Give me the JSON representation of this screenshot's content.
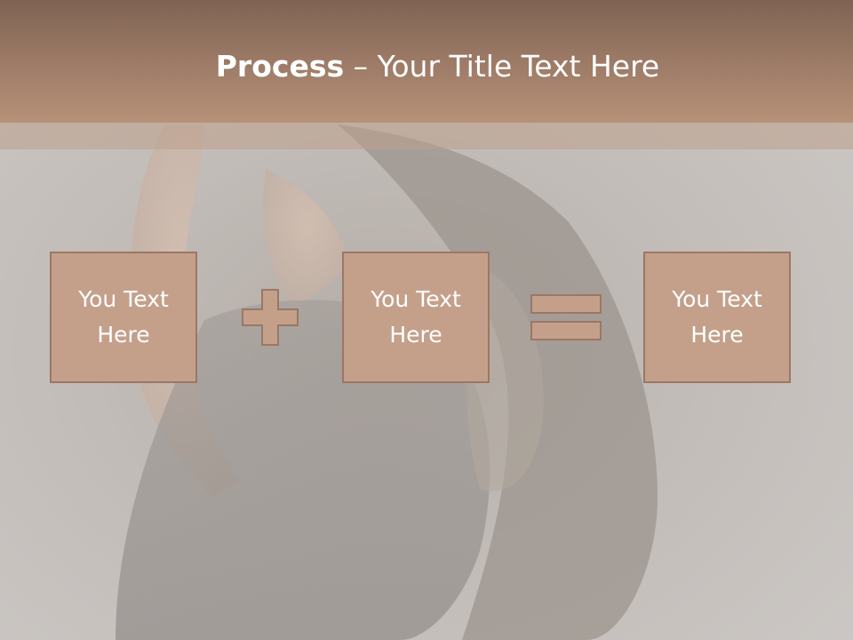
{
  "slide": {
    "title_bold": "Process",
    "title_rest": " – Your Title Text Here"
  },
  "process": {
    "boxes": [
      {
        "text": "You Text\nHere"
      },
      {
        "text": "You Text\nHere"
      },
      {
        "text": "You Text\nHere"
      }
    ],
    "operators": [
      "plus-icon",
      "equals-icon"
    ]
  },
  "colors": {
    "header_top": "#7f6353",
    "header_bottom": "#b79178",
    "box_fill": "#c4a08a",
    "box_border": "#9a7866",
    "text": "#ffffff"
  }
}
